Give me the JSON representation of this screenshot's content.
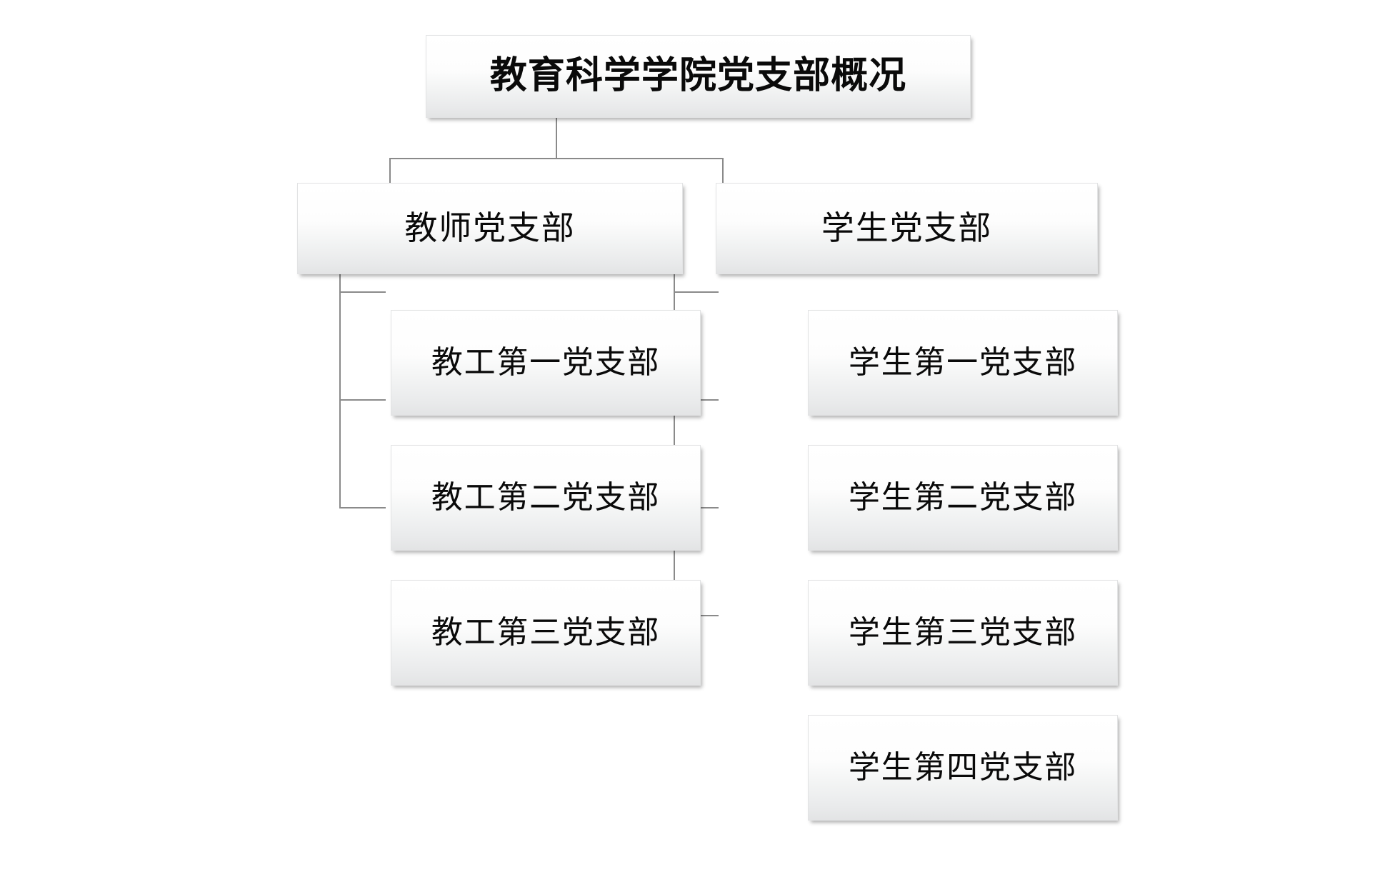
{
  "diagram": {
    "title": "教育科学学院党支部概况",
    "type": "organization-chart",
    "root": {
      "label": "教育科学学院党支部概况"
    },
    "branches": [
      {
        "label": "教师党支部",
        "children": [
          {
            "label": "教工第一党支部"
          },
          {
            "label": "教工第二党支部"
          },
          {
            "label": "教工第三党支部"
          }
        ]
      },
      {
        "label": "学生党支部",
        "children": [
          {
            "label": "学生第一党支部"
          },
          {
            "label": "学生第二党支部"
          },
          {
            "label": "学生第三党支部"
          },
          {
            "label": "学生第四党支部"
          }
        ]
      }
    ]
  },
  "colors": {
    "background": "#ffffff",
    "box_fill_top": "#ffffff",
    "box_fill_bottom": "#e3e4e5",
    "box_border": "#e2e3e4",
    "connector": "#8a8a8a",
    "text": "#0a0a0a"
  }
}
